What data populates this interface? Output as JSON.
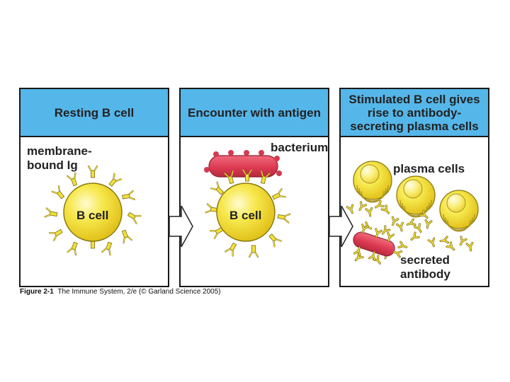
{
  "panels": [
    {
      "title": "Resting B cell"
    },
    {
      "title": "Encounter with antigen"
    },
    {
      "title": "Stimulated B cell gives rise to antibody-secreting plasma cells"
    }
  ],
  "labels": {
    "membrane_ig": "membrane-bound Ig",
    "membrane_ig_line1": "membrane-",
    "membrane_ig_line2": "bound Ig",
    "b_cell_1": "B cell",
    "b_cell_2": "B cell",
    "bacterium": "bacterium",
    "plasma_cells": "plasma cells",
    "secreted_antibody_line1": "secreted",
    "secreted_antibody_line2": "antibody"
  },
  "caption": {
    "figure": "Figure 2-1",
    "rest": "The Immune System, 2/e (© Garland Science 2005)"
  },
  "colors": {
    "header_blue": "#55b6e9",
    "cell_yellow": "#f3e03a",
    "bacterium_red": "#e4435a"
  }
}
